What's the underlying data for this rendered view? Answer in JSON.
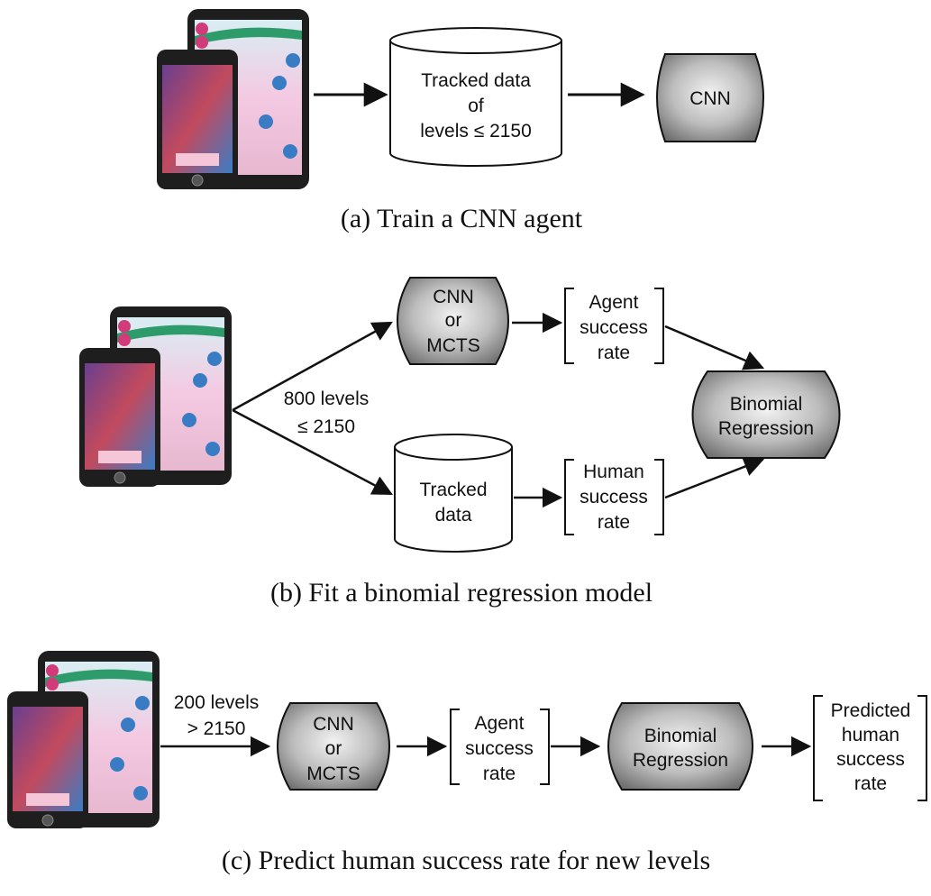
{
  "section_a": {
    "caption": "(a) Train a CNN agent",
    "datastore": [
      "Tracked data",
      "of",
      "levels ≤ 2150"
    ],
    "cnn": "CNN"
  },
  "section_b": {
    "caption": "(b) Fit a binomial regression model",
    "edge_label": [
      "800 levels",
      "≤ 2150"
    ],
    "agent_model": [
      "CNN",
      "or",
      "MCTS"
    ],
    "agent_rate": [
      "Agent",
      "success",
      "rate"
    ],
    "datastore": [
      "Tracked",
      "data"
    ],
    "human_rate": [
      "Human",
      "success",
      "rate"
    ],
    "regression": [
      "Binomial",
      "Regression"
    ]
  },
  "section_c": {
    "caption": "(c) Predict human success rate for new levels",
    "edge_label": [
      "200 levels",
      "> 2150"
    ],
    "agent_model": [
      "CNN",
      "or",
      "MCTS"
    ],
    "agent_rate": [
      "Agent",
      "success",
      "rate"
    ],
    "regression": [
      "Binomial",
      "Regression"
    ],
    "prediction": [
      "Predicted",
      "human",
      "success",
      "rate"
    ]
  },
  "colors": {
    "gradient_light": "#f2f2f2",
    "gradient_dark": "#7d7d7d",
    "stroke": "#111111"
  }
}
